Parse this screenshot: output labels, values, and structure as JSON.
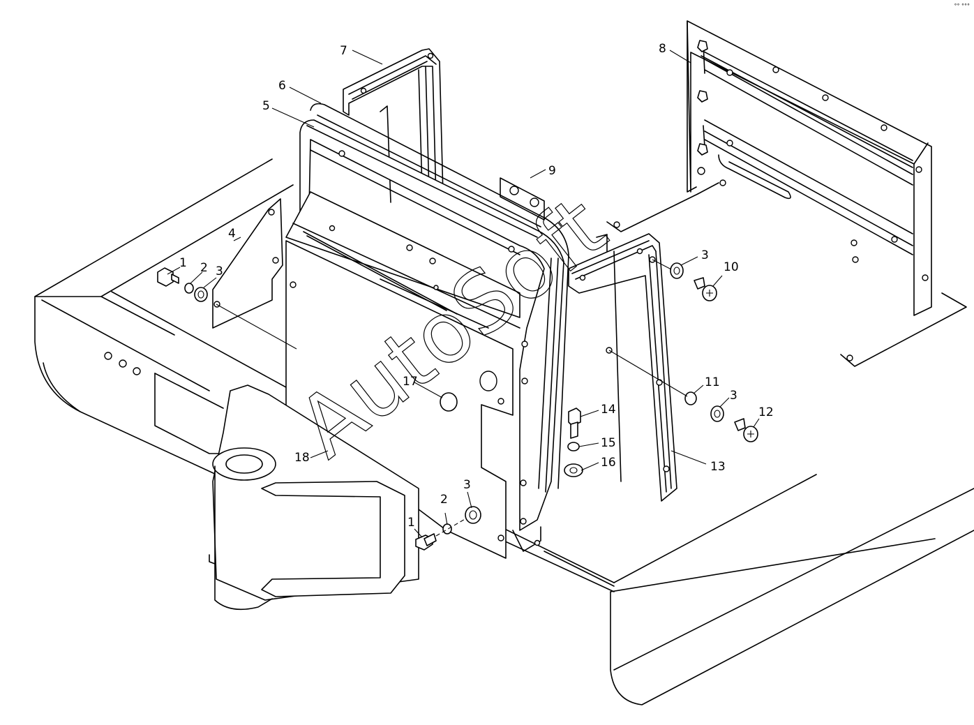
{
  "watermark": {
    "text": "AutoSoft"
  },
  "corner_mark": "°° °°°",
  "callouts": [
    {
      "id": "c1a",
      "label": "1"
    },
    {
      "id": "c2a",
      "label": "2"
    },
    {
      "id": "c3a",
      "label": "3"
    },
    {
      "id": "c4",
      "label": "4"
    },
    {
      "id": "c5",
      "label": "5"
    },
    {
      "id": "c6",
      "label": "6"
    },
    {
      "id": "c7",
      "label": "7"
    },
    {
      "id": "c8",
      "label": "8"
    },
    {
      "id": "c9",
      "label": "9"
    },
    {
      "id": "c3b",
      "label": "3"
    },
    {
      "id": "c10",
      "label": "10"
    },
    {
      "id": "c11",
      "label": "11"
    },
    {
      "id": "c3c",
      "label": "3"
    },
    {
      "id": "c12",
      "label": "12"
    },
    {
      "id": "c13",
      "label": "13"
    },
    {
      "id": "c14",
      "label": "14"
    },
    {
      "id": "c15",
      "label": "15"
    },
    {
      "id": "c16",
      "label": "16"
    },
    {
      "id": "c17",
      "label": "17"
    },
    {
      "id": "c18",
      "label": "18"
    },
    {
      "id": "c1b",
      "label": "1"
    },
    {
      "id": "c2b",
      "label": "2"
    },
    {
      "id": "c3d",
      "label": "3"
    }
  ]
}
